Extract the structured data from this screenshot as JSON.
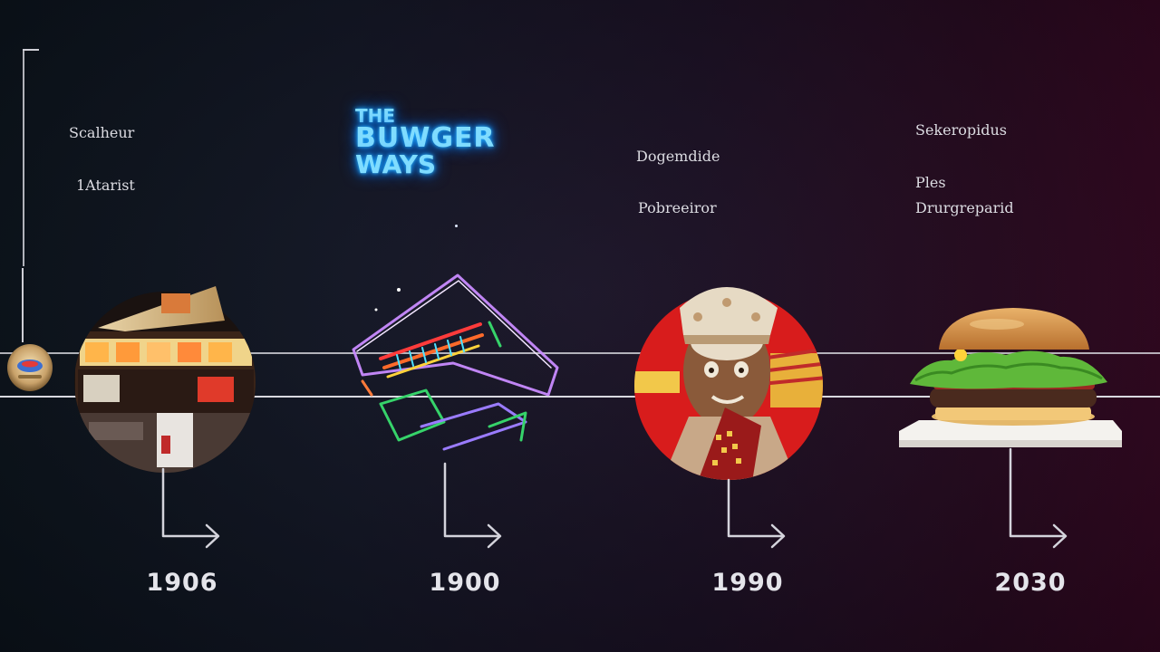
{
  "title": {
    "line1": "THE",
    "line2": "BUWGER",
    "line3": "WAYS"
  },
  "milestones": [
    {
      "year": "1906",
      "labels": [
        "Scalheur",
        "1Atarist"
      ],
      "icon": "diner-restaurant-image"
    },
    {
      "year": "1900",
      "labels": [],
      "icon": "neon-burger-sign-image"
    },
    {
      "year": "1990",
      "labels": [
        "Dogemdide",
        "Pobreeiror"
      ],
      "icon": "mascot-portrait-image"
    },
    {
      "year": "2030",
      "labels": [
        "Sekeropidus",
        "Ples",
        "Drurgreparid"
      ],
      "icon": "burger-on-plate-image"
    }
  ],
  "colors": {
    "line": "#d9d9e0",
    "neon_blue": "#29b6ff",
    "neon_purple": "#b06bff",
    "mascot_red": "#d81c1c"
  }
}
